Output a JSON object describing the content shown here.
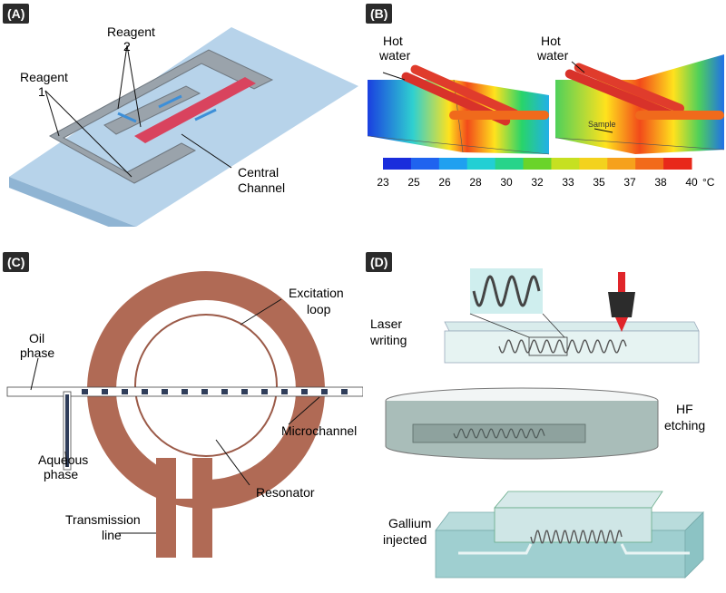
{
  "panelA": {
    "badge": "(A)",
    "reagent1": [
      "Reagent",
      "1"
    ],
    "reagent2": [
      "Reagent",
      "2"
    ],
    "central": [
      "Central",
      "Channel"
    ]
  },
  "panelB": {
    "badge": "(B)",
    "hot_left": [
      "Hot",
      "water"
    ],
    "hot_right": [
      "Hot",
      "water"
    ],
    "sample": "Sample",
    "colorbar": {
      "ticks": [
        "23",
        "25",
        "26",
        "28",
        "30",
        "32",
        "33",
        "35",
        "37",
        "38",
        "40"
      ],
      "unit": "°C",
      "colors": [
        "#1a2ddc",
        "#1f63ef",
        "#1fa0f0",
        "#22cfd4",
        "#27d48a",
        "#6ad42a",
        "#c6e021",
        "#f3d21d",
        "#f6a11c",
        "#f26a1a",
        "#e8281a"
      ]
    }
  },
  "panelC": {
    "badge": "(C)",
    "excitation": [
      "Excitation",
      "loop"
    ],
    "oil": [
      "Oil",
      "phase"
    ],
    "aqueous": [
      "Aqueous",
      "phase"
    ],
    "microchannel": "Microchannel",
    "resonator": "Resonator",
    "transmission": [
      "Transmission",
      "line"
    ],
    "loop_color": "#b06a55"
  },
  "panelD": {
    "badge": "(D)",
    "laser": [
      "Laser",
      "writing"
    ],
    "hf": [
      "HF",
      "etching"
    ],
    "gallium": [
      "Gallium",
      "injected"
    ]
  }
}
